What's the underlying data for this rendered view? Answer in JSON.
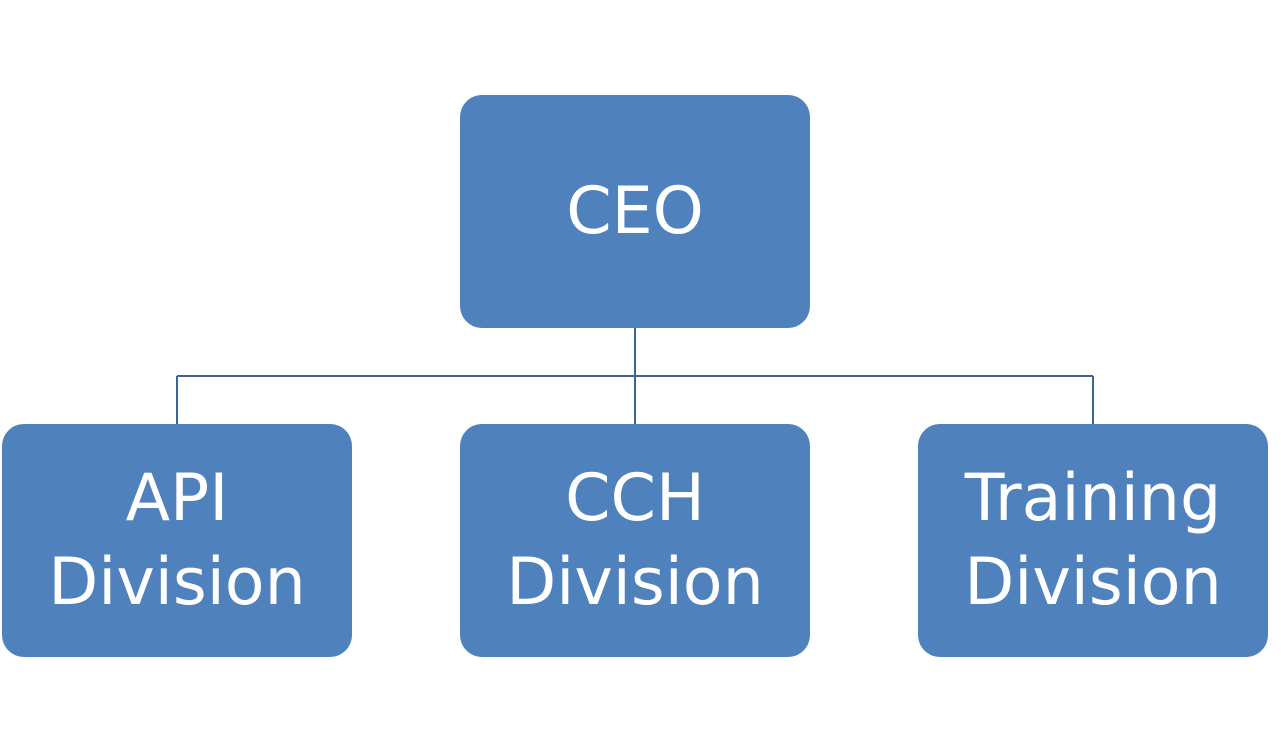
{
  "diagram": {
    "type": "org-chart",
    "colors": {
      "node_fill": "#4f81bd",
      "node_text": "#ffffff",
      "connector": "#3b6590",
      "background": "#ffffff"
    },
    "root": {
      "label": "CEO"
    },
    "children": [
      {
        "label": "API\nDivision"
      },
      {
        "label": "CCH\nDivision"
      },
      {
        "label": "Training\nDivision"
      }
    ]
  }
}
